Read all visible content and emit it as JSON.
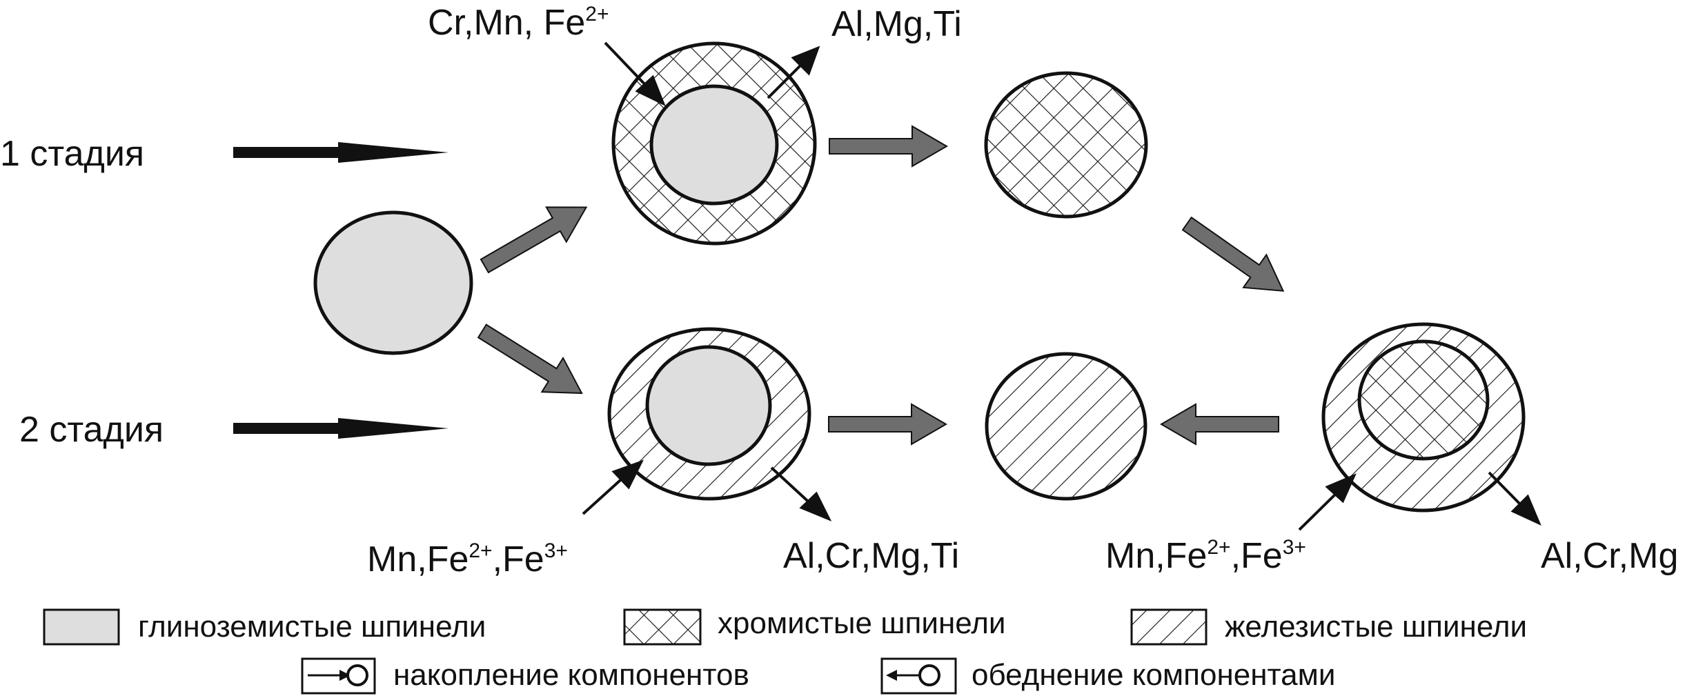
{
  "stages": {
    "stage1": "1 стадия",
    "stage2": "2 стадия"
  },
  "labels": {
    "top_in_base": "Cr,Mn, Fe",
    "top_in_sup": "2+",
    "top_out": "Al,Mg,Ti",
    "mid_in_p1": "Mn,Fe",
    "mid_in_s1": "2+",
    "mid_in_p2": ",Fe",
    "mid_in_s2": "3+",
    "mid_out": "Al,Cr,Mg,Ti",
    "right_in_p1": "Mn,Fe",
    "right_in_s1": "2+",
    "right_in_p2": ",Fe",
    "right_in_s2": "3+",
    "right_out": "Al,Cr,Mg"
  },
  "legend": {
    "alumina": "глиноземистые шпинели",
    "chromium": "хромистые шпинели",
    "iron": "железистые шпинели",
    "accumulation": "накопление компонентов",
    "depletion": "обеднение компонентами"
  },
  "colors": {
    "core_fill": "#dedede",
    "process_arrow": "#6e6e6e",
    "stroke": "#111111"
  }
}
